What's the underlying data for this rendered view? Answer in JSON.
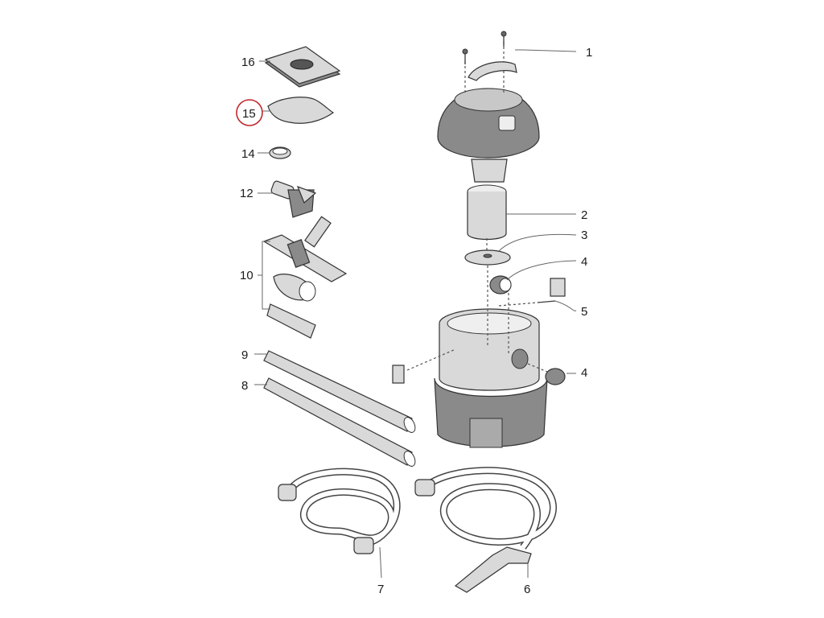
{
  "callouts": [
    {
      "id": "part-1",
      "label": "1"
    },
    {
      "id": "part-2",
      "label": "2"
    },
    {
      "id": "part-3",
      "label": "3"
    },
    {
      "id": "part-4-top",
      "label": "4"
    },
    {
      "id": "part-4-right",
      "label": "4"
    },
    {
      "id": "part-5",
      "label": "5"
    },
    {
      "id": "part-6",
      "label": "6"
    },
    {
      "id": "part-7",
      "label": "7"
    },
    {
      "id": "part-8",
      "label": "8"
    },
    {
      "id": "part-9",
      "label": "9"
    },
    {
      "id": "part-10",
      "label": "10"
    },
    {
      "id": "part-12",
      "label": "12"
    },
    {
      "id": "part-14",
      "label": "14"
    },
    {
      "id": "part-15",
      "label": "15"
    },
    {
      "id": "part-16",
      "label": "16"
    }
  ],
  "highlight": {
    "label": "15",
    "color": "#c0282d"
  }
}
